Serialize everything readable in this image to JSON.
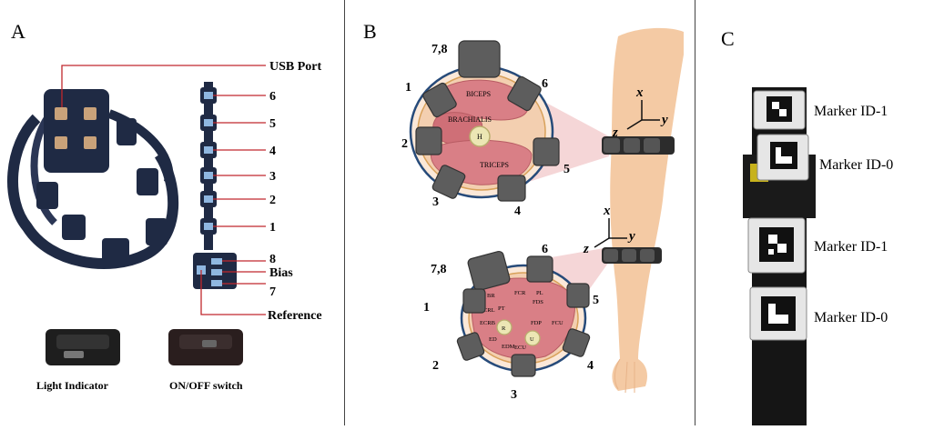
{
  "panels": {
    "a": {
      "letter": "A",
      "labels": {
        "usb_port": "USB Port",
        "bias": "Bias",
        "reference": "Reference",
        "light_indicator": "Light Indicator",
        "on_off_switch": "ON/OFF switch"
      },
      "sensor_numbers": [
        "6",
        "5",
        "4",
        "3",
        "2",
        "1",
        "8",
        "7"
      ]
    },
    "b": {
      "letter": "B",
      "upper_section": {
        "muscles": [
          "BICEPS",
          "BRACHIALIS",
          "TRICEPS"
        ],
        "bone": "H",
        "sensor_labels": [
          "7,8",
          "6",
          "1",
          "2",
          "5",
          "3",
          "4"
        ]
      },
      "lower_section": {
        "muscles": [
          "BR",
          "FCR",
          "PL",
          "FDS",
          "ECRL",
          "PT",
          "ECRB",
          "FDP",
          "FCU",
          "ED",
          "EDM",
          "ECU"
        ],
        "bones": [
          "R",
          "U"
        ],
        "sensor_labels": [
          "7,8",
          "6",
          "1",
          "5",
          "2",
          "4",
          "3"
        ]
      },
      "axes": {
        "x": "x",
        "y": "y",
        "z": "z"
      }
    },
    "c": {
      "letter": "C",
      "markers": [
        "Marker ID-1",
        "Marker ID-0",
        "Marker ID-1",
        "Marker ID-0"
      ]
    }
  },
  "colors": {
    "leader_line": "#c0282d",
    "device_dark": "#1f2a44",
    "muscle": "#d97f86",
    "skin": "#f4caa4",
    "electrode": "#5d5d5d"
  }
}
